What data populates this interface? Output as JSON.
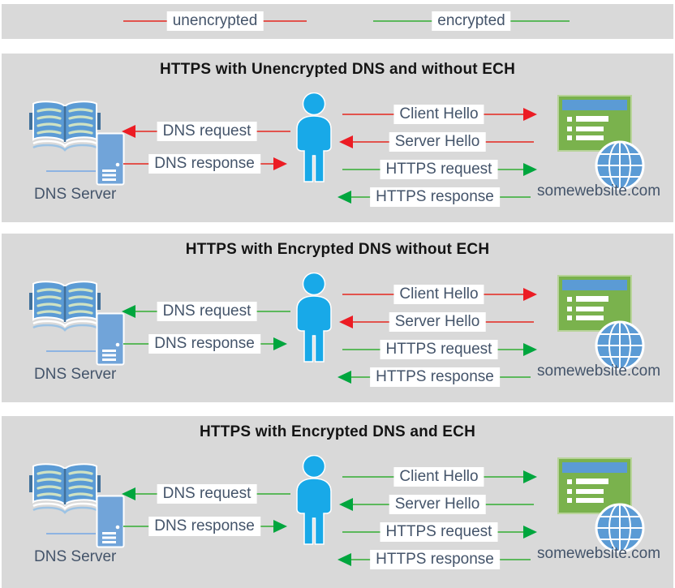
{
  "legend": {
    "items": [
      {
        "label": "unencrypted",
        "kind": "unencrypted"
      },
      {
        "label": "encrypted",
        "kind": "encrypted"
      }
    ]
  },
  "colors": {
    "unencrypted_line": "#e2534d",
    "unencrypted_head": "#ec1c24",
    "encrypted_line": "#5cb85c",
    "encrypted_head": "#00a63e",
    "panel_bg": "#d9d9d9",
    "text": "#44546a",
    "person_blue": "#18a9e8",
    "icon_blue": "#5b9bd5",
    "server_blue": "#71a4d9",
    "website_green": "#7ab24d"
  },
  "panels": [
    {
      "title": "HTTPS with Unencrypted DNS and without ECH",
      "dns_server_label": "DNS Server",
      "website_label": "somewebsite.com",
      "arrows": {
        "dns_request": {
          "label": "DNS request",
          "kind": "unencrypted left"
        },
        "dns_response": {
          "label": "DNS response",
          "kind": "unencrypted right"
        },
        "client_hello": {
          "label": "Client Hello",
          "kind": "unencrypted right"
        },
        "server_hello": {
          "label": "Server Hello",
          "kind": "unencrypted left"
        },
        "https_request": {
          "label": "HTTPS request",
          "kind": "encrypted right"
        },
        "https_response": {
          "label": "HTTPS response",
          "kind": "encrypted left"
        }
      }
    },
    {
      "title": "HTTPS with Encrypted DNS without ECH",
      "dns_server_label": "DNS Server",
      "website_label": "somewebsite.com",
      "arrows": {
        "dns_request": {
          "label": "DNS request",
          "kind": "encrypted left"
        },
        "dns_response": {
          "label": "DNS response",
          "kind": "encrypted right"
        },
        "client_hello": {
          "label": "Client Hello",
          "kind": "unencrypted right"
        },
        "server_hello": {
          "label": "Server Hello",
          "kind": "unencrypted left"
        },
        "https_request": {
          "label": "HTTPS request",
          "kind": "encrypted right"
        },
        "https_response": {
          "label": "HTTPS response",
          "kind": "encrypted left"
        }
      }
    },
    {
      "title": "HTTPS with Encrypted DNS and ECH",
      "dns_server_label": "DNS Server",
      "website_label": "somewebsite.com",
      "arrows": {
        "dns_request": {
          "label": "DNS request",
          "kind": "encrypted left"
        },
        "dns_response": {
          "label": "DNS response",
          "kind": "encrypted right"
        },
        "client_hello": {
          "label": "Client Hello",
          "kind": "encrypted right"
        },
        "server_hello": {
          "label": "Server Hello",
          "kind": "encrypted left"
        },
        "https_request": {
          "label": "HTTPS request",
          "kind": "encrypted right"
        },
        "https_response": {
          "label": "HTTPS response",
          "kind": "encrypted left"
        }
      }
    }
  ]
}
